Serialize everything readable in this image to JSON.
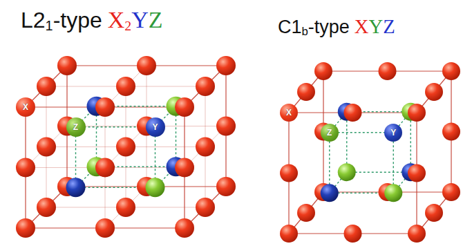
{
  "diagram": {
    "nodes": [
      {
        "text": [
          "X"
        ]
      },
      {
        "text": [
          "Z"
        ]
      },
      {
        "text": [
          "Y"
        ]
      },
      {
        "text": [
          "X"
        ]
      },
      {
        "text": [
          "Z"
        ]
      },
      {
        "text": [
          "Y"
        ]
      }
    ],
    "labels": [
      "L2",
      "1",
      "-type",
      "X",
      "2",
      "Y",
      "Z",
      "C1",
      "b",
      "-type",
      "X",
      "Y",
      "Z"
    ]
  }
}
